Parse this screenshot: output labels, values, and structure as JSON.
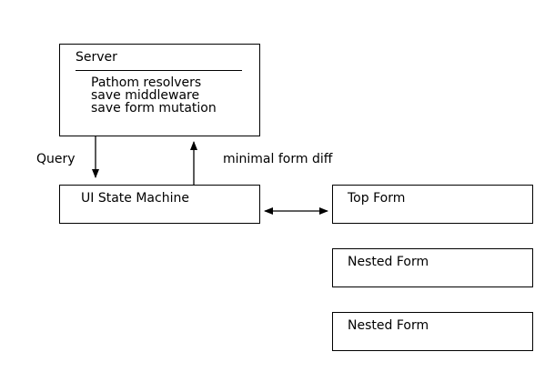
{
  "server": {
    "title": "Server",
    "lines": [
      "Pathom resolvers",
      "save middleware",
      "save form mutation"
    ]
  },
  "state_machine": {
    "label": "UI State Machine"
  },
  "forms": {
    "top": "Top Form",
    "nested_1": "Nested Form",
    "nested_2": "Nested Form"
  },
  "edges": {
    "query": "Query",
    "diff": "minimal form diff"
  },
  "colors": {
    "stroke": "#000000",
    "fill": "#ffffff",
    "text": "#000000"
  }
}
